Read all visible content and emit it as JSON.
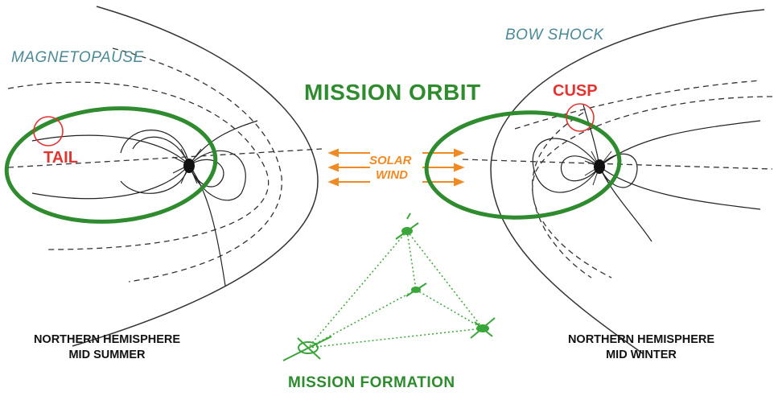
{
  "labels": {
    "magnetopause": "MAGNETOPAUSE",
    "bow_shock": "BOW SHOCK",
    "mission_orbit": "MISSION ORBIT",
    "cusp": "CUSP",
    "tail": "TAIL",
    "solar": "SOLAR",
    "wind": "WIND",
    "summer_line1": "NORTHERN HEMISPHERE",
    "summer_line2": "MID SUMMER",
    "winter_line1": "NORTHERN HEMISPHERE",
    "winter_line2": "MID WINTER",
    "mission_formation": "MISSION FORMATION"
  },
  "colors": {
    "orbit": "#2e8b2e",
    "highlight": "#e3342f",
    "solar_wind": "#f08a24",
    "boundary_label": "#4a8a96",
    "field_lines": "#222222",
    "formation": "#3aa63a"
  }
}
